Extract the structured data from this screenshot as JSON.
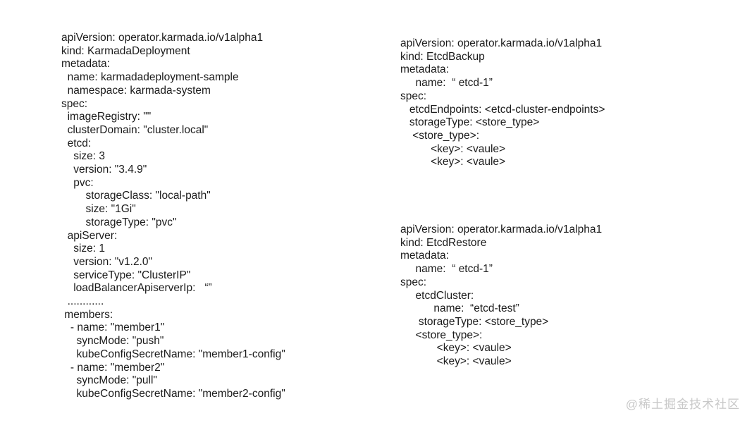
{
  "page": {
    "background_color": "#ffffff",
    "text_color": "#1b1b1b"
  },
  "watermark": {
    "text": "@稀土掘金技术社区",
    "color": "#c8c8c8"
  },
  "yaml_blocks": [
    {
      "id": "karmada-deployment",
      "kind": "KarmadaDeployment",
      "lines": [
        "apiVersion: operator.karmada.io/v1alpha1",
        "kind: KarmadaDeployment",
        "metadata:",
        "  name: karmadadeployment-sample",
        "  namespace: karmada-system",
        "spec:",
        "  imageRegistry: \"\"",
        "  clusterDomain: \"cluster.local\"",
        "  etcd:",
        "    size: 3",
        "    version: \"3.4.9\"",
        "    pvc:",
        "        storageClass: \"local-path\"",
        "        size: \"1Gi\"",
        "        storageType: \"pvc\"",
        "  apiServer:",
        "    size: 1",
        "    version: \"v1.2.0\"",
        "    serviceType: \"ClusterIP\"",
        "    loadBalancerApiserverIp:   “”",
        "  ............",
        " members:",
        "   - name: \"member1\"",
        "     syncMode: \"push\"",
        "     kubeConfigSecretName: \"member1-config\"",
        "   - name: \"member2\"",
        "     syncMode: \"pull\"",
        "     kubeConfigSecretName: \"member2-config\""
      ]
    },
    {
      "id": "etcd-backup",
      "kind": "EtcdBackup",
      "lines": [
        "apiVersion: operator.karmada.io/v1alpha1",
        "kind: EtcdBackup",
        "metadata:",
        "     name:  “ etcd-1”",
        "spec:",
        "   etcdEndpoints: <etcd-cluster-endpoints>",
        "   storageType: <store_type>",
        "    <store_type>:",
        "          <key>: <vaule>",
        "          <key>: <vaule>"
      ]
    },
    {
      "id": "etcd-restore",
      "kind": "EtcdRestore",
      "lines": [
        "apiVersion: operator.karmada.io/v1alpha1",
        "kind: EtcdRestore",
        "metadata:",
        "     name:  “ etcd-1”",
        "spec:",
        "     etcdCluster:",
        "           name:  “etcd-test”",
        "      storageType: <store_type>",
        "     <store_type>:",
        "            <key>: <vaule>",
        "            <key>: <vaule>"
      ]
    }
  ]
}
